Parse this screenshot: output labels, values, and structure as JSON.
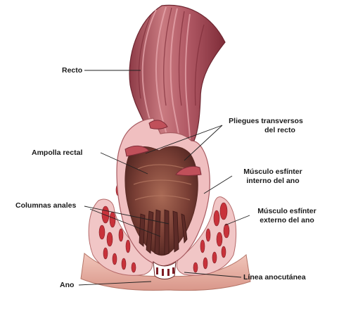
{
  "labels": {
    "recto": "Recto",
    "ampolla": "Ampolla rectal",
    "columnas": "Columnas anales",
    "ano": "Ano",
    "pliegues_1": "Pliegues transversos",
    "pliegues_2": "del recto",
    "int_1": "Músculo esfínter",
    "int_2": "interno del ano",
    "ext_1": "Músculo esfínter",
    "ext_2": "externo del ano",
    "linea": "Línea anocutánea"
  },
  "colors": {
    "rectum_outer": "#b9606a",
    "rectum_mid": "#c97a80",
    "rectum_dark": "#7e2c38",
    "lumen": "#7a3f35",
    "lumen_light": "#9b5a4a",
    "muscle_pale": "#f1c6c6",
    "muscle_red": "#c8323a",
    "skin": "#e8b4a8",
    "line": "#222222"
  }
}
